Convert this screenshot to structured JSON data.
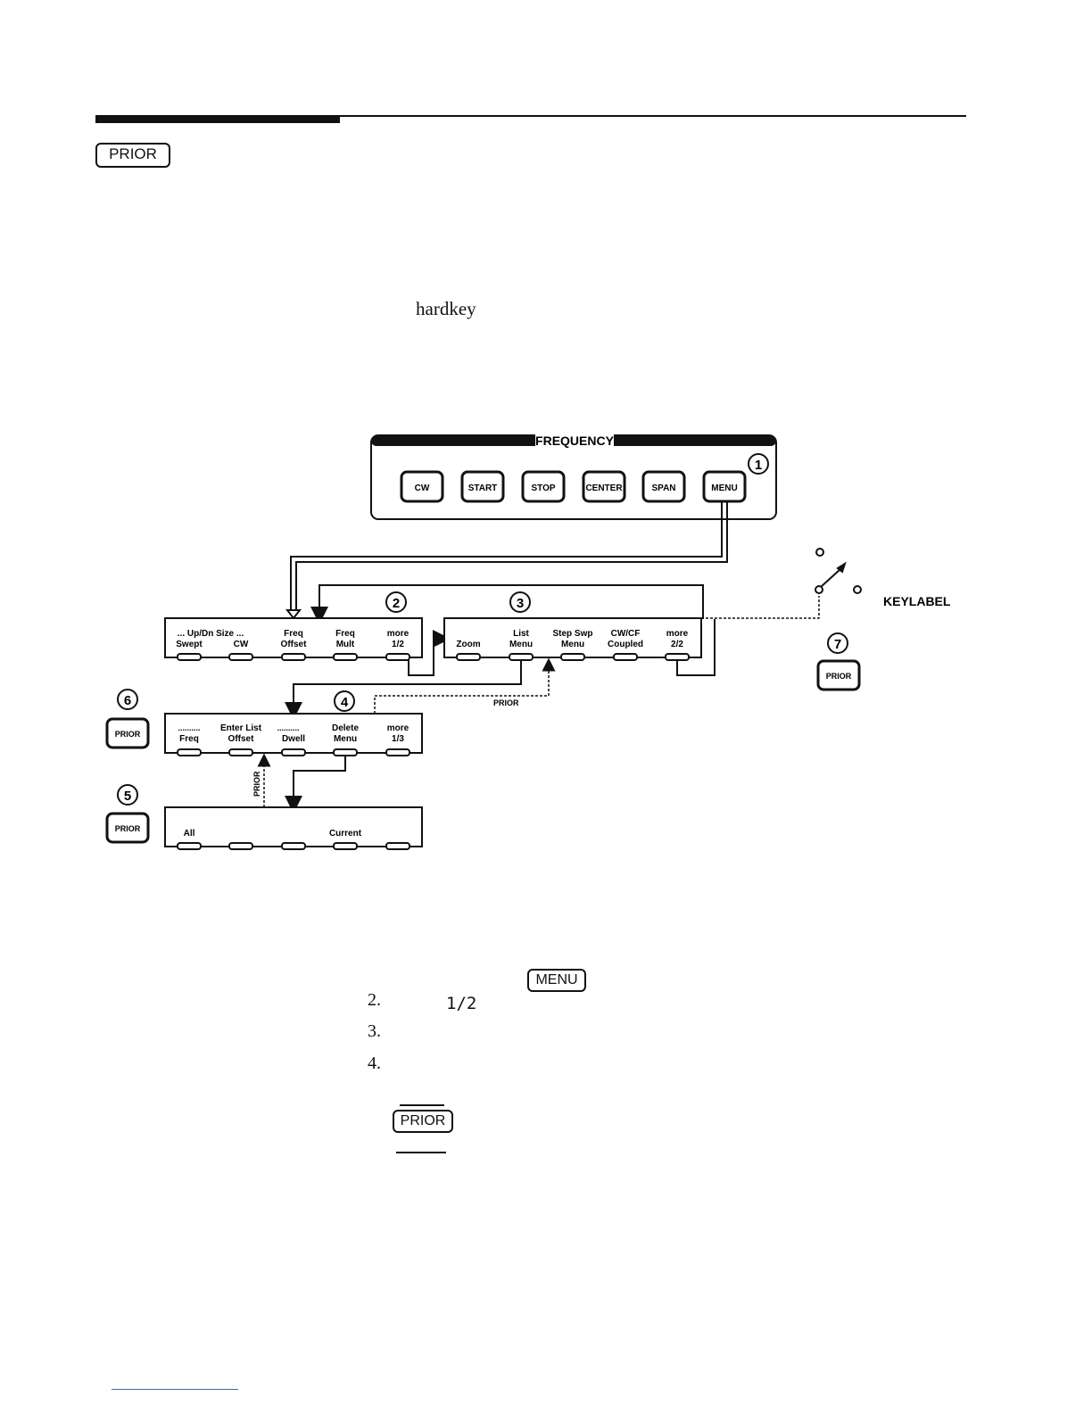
{
  "header": {
    "prior_key": "PRIOR"
  },
  "body_text": {
    "hardkey_word": "hardkey"
  },
  "diagram": {
    "frequency_panel": {
      "title": "FREQUENCY",
      "keys": [
        "CW",
        "START",
        "STOP",
        "CENTER",
        "SPAN",
        "MENU"
      ]
    },
    "callouts": [
      "1",
      "2",
      "3",
      "4",
      "5",
      "6",
      "7"
    ],
    "menu_1": {
      "top": [
        "... Up/Dn Size ...",
        "",
        "Freq",
        "Freq",
        "more"
      ],
      "bottom": [
        "Swept",
        "CW",
        "Offset",
        "Mult",
        "1/2"
      ]
    },
    "menu_2": {
      "top": [
        "",
        "List",
        "Step Swp",
        "CW/CF",
        "more"
      ],
      "bottom": [
        "Zoom",
        "Menu",
        "Menu",
        "Coupled",
        "2/2"
      ]
    },
    "menu_3": {
      "top": [
        "..........",
        "Enter List",
        "..........",
        "Delete",
        "more"
      ],
      "bottom": [
        "Freq",
        "Offset",
        "Dwell",
        "Menu",
        "1/3"
      ]
    },
    "menu_4": {
      "labels": [
        "All",
        "",
        "",
        "Current",
        ""
      ]
    },
    "prior_label": "PRIOR",
    "prior_vertical_label": "PRIOR",
    "prior_key_small": "PRIOR",
    "keylabel": "KEYLABEL"
  },
  "steps": {
    "menu_key": "MENU",
    "item2_number": "2.",
    "item2_value": "1/2",
    "item3_number": "3.",
    "item4_number": "4.",
    "prior_key": "PRIOR"
  }
}
